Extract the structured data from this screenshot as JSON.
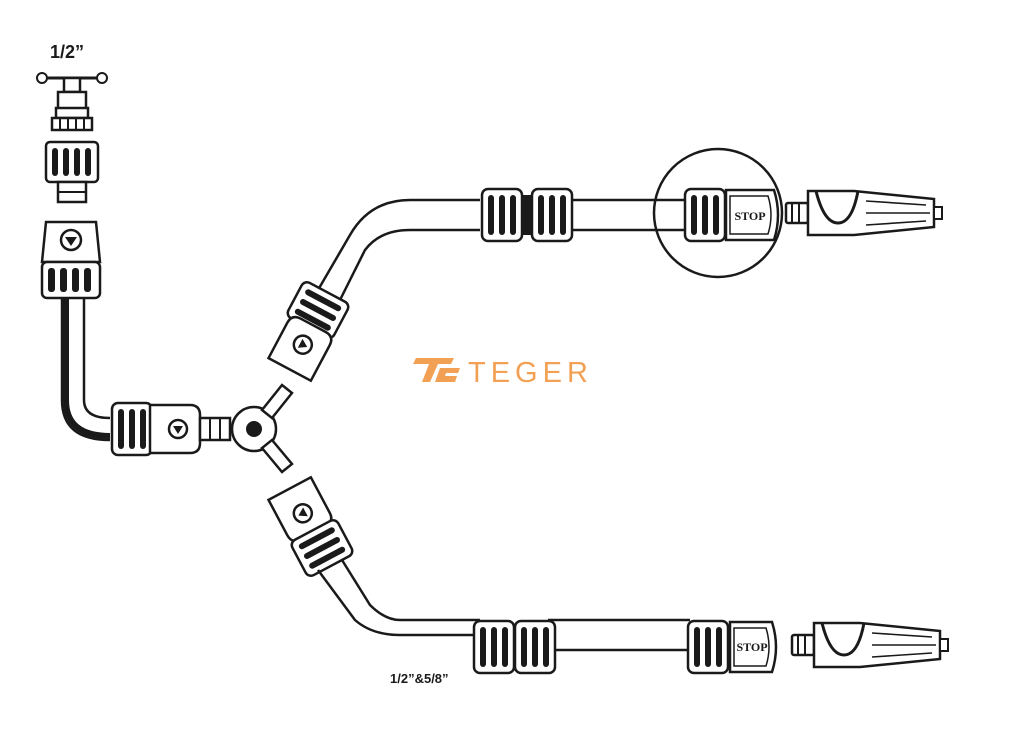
{
  "labels": {
    "tap_size": "1/2”",
    "hose_size": "1/2”&5/8”"
  },
  "stop_labels": {
    "upper": "STOP",
    "lower": "STOP"
  },
  "brand": {
    "name": "TEGER",
    "color": "#f2a154"
  }
}
